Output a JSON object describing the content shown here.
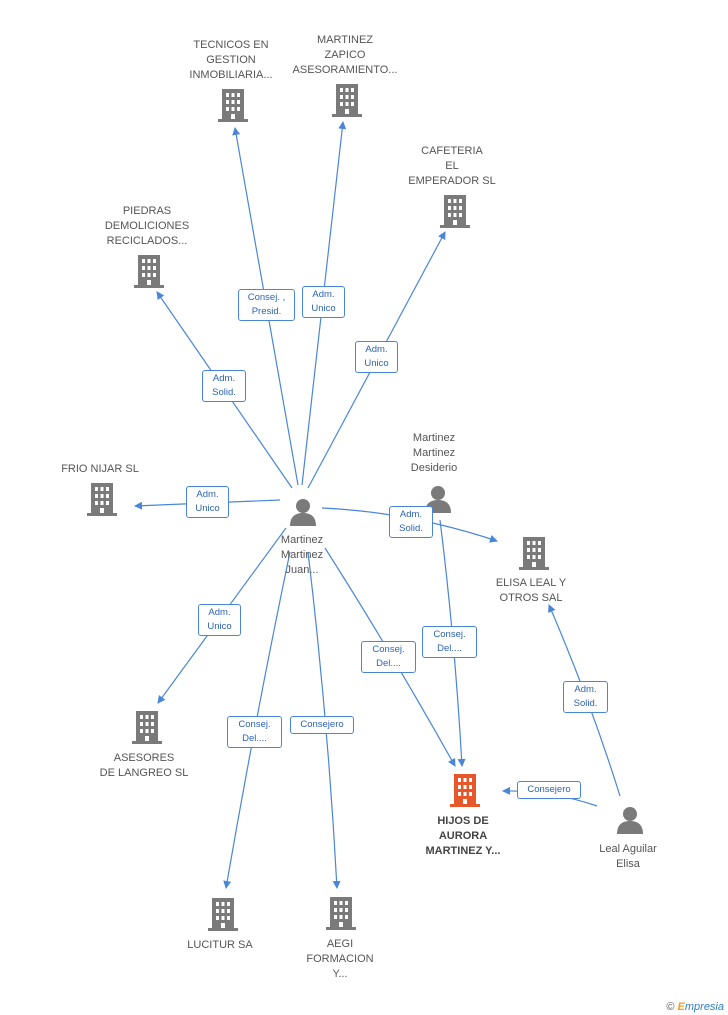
{
  "nodes": {
    "tecnicos": "TECNICOS EN\nGESTION\nINMOBILIARIA...",
    "zapico": "MARTINEZ\nZAPICO\nASESORAMIENTO...",
    "cafeteria": "CAFETERIA\nEL\nEMPERADOR SL",
    "piedras": "PIEDRAS\nDEMOLICIONES\nRECICLADOS...",
    "frio": "FRIO NIJAR SL",
    "juan": "Martinez\nMartinez\nJuan...",
    "desiderio": "Martinez\nMartinez\nDesiderio",
    "elisa_leal": "ELISA LEAL Y\nOTROS SAL",
    "asesores": "ASESORES\nDE LANGREO SL",
    "hijos": "HIJOS DE\nAURORA\nMARTINEZ Y...",
    "leal_aguilar": "Leal Aguilar\nElisa",
    "lucitur": "LUCITUR SA",
    "aegi": "AEGI\nFORMACION\nY..."
  },
  "edges": {
    "juan_tecnicos": "Consej. ,\nPresid.",
    "juan_zapico": "Adm.\nUnico",
    "juan_cafeteria": "Adm.\nUnico",
    "juan_piedras": "Adm.\nSolid.",
    "juan_frio": "Adm.\nUnico",
    "juan_elisa": "Adm.\nSolid.",
    "juan_asesores": "Adm.\nUnico",
    "juan_hijos": "Consej.\nDel....",
    "desiderio_hijos": "Consej.\nDel....",
    "juan_lucitur": "Consej.\nDel....",
    "juan_aegi": "Consejero",
    "leal_hijos": "Consejero",
    "leal_elisa": "Adm.\nSolid."
  },
  "colors": {
    "company": "#7a7a7a",
    "person": "#7a7a7a",
    "highlight": "#e8572a",
    "edge": "#4a86d8"
  },
  "footer": {
    "copyright": "©",
    "brand_e": "E",
    "brand_rest": "mpresia"
  }
}
